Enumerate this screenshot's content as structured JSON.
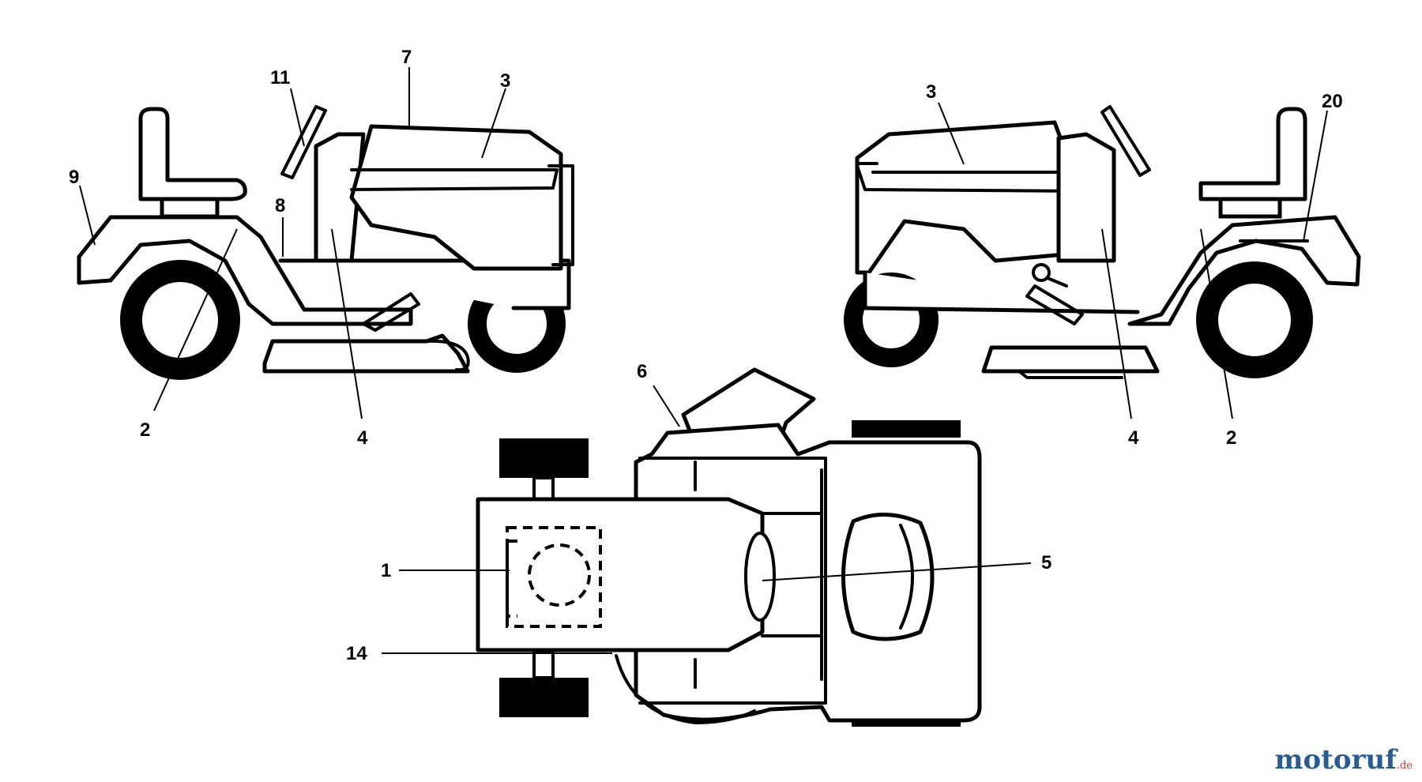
{
  "callouts": {
    "left": {
      "c11": "11",
      "c7": "7",
      "c3": "3",
      "c9": "9",
      "c8": "8",
      "c2": "2",
      "c4": "4"
    },
    "right": {
      "c3": "3",
      "c20": "20",
      "c4": "4",
      "c2": "2"
    },
    "top": {
      "c6": "6",
      "c1": "1",
      "c5": "5",
      "c14": "14"
    }
  },
  "watermark": {
    "text": "motoruf",
    "suffix": ".de",
    "color": "#2a5d8f"
  }
}
